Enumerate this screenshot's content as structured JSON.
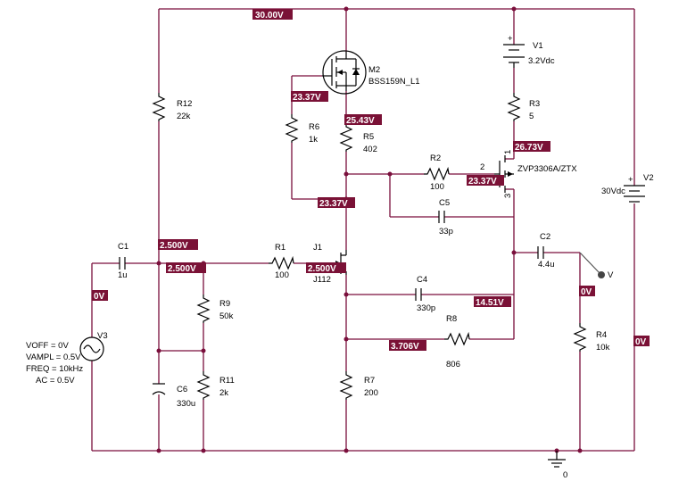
{
  "voltages": {
    "v_top": "30.00V",
    "v_m2_gate": "23.37V",
    "v_m2_source": "25.43V",
    "v_r5_bot": "23.37V",
    "v_q_gate": "23.37V",
    "v_q_source": "26.73V",
    "v_bias": "2.500V",
    "v_bias2": "2.500V",
    "v_j1_gate": "2.500V",
    "v_in": "0V",
    "v_drain": "14.51V",
    "v_source": "3.706V",
    "v_out": "0V",
    "v_v2": "0V"
  },
  "components": {
    "M2": {
      "ref": "M2",
      "value": "BSS159N_L1"
    },
    "V1": {
      "ref": "V1",
      "value": "3.2Vdc"
    },
    "R3": {
      "ref": "R3",
      "value": "5"
    },
    "R12": {
      "ref": "R12",
      "value": "22k"
    },
    "R6": {
      "ref": "R6",
      "value": "1k"
    },
    "R5": {
      "ref": "R5",
      "value": "402"
    },
    "R2": {
      "ref": "R2",
      "value": "100"
    },
    "Q1": {
      "pin2": "2",
      "pin1": "1",
      "pin3": "3",
      "value": "ZVP3306A/ZTX"
    },
    "C5": {
      "ref": "C5",
      "value": "33p"
    },
    "V2": {
      "ref": "V2",
      "value": "30Vdc"
    },
    "C1": {
      "ref": "C1",
      "value": "1u"
    },
    "R1": {
      "ref": "R1",
      "value": "100"
    },
    "J1": {
      "ref": "J1",
      "value": "J112"
    },
    "C2": {
      "ref": "C2",
      "value": "4.4u"
    },
    "R9": {
      "ref": "R9",
      "value": "50k"
    },
    "C4": {
      "ref": "C4",
      "value": "330p"
    },
    "R8": {
      "ref": "R8",
      "value": "806"
    },
    "R4": {
      "ref": "R4",
      "value": "10k"
    },
    "V3": {
      "ref": "V3",
      "voff": "VOFF = 0V",
      "vampl": "VAMPL = 0.5V",
      "freq": "FREQ = 10kHz",
      "ac": "AC = 0.5V"
    },
    "C6": {
      "ref": "C6",
      "value": "330u"
    },
    "R11": {
      "ref": "R11",
      "value": "2k"
    },
    "R7": {
      "ref": "R7",
      "value": "200"
    },
    "GND": {
      "label": "0"
    },
    "probe": {
      "label": "V"
    }
  },
  "colors": {
    "wire": "#7a0f3c",
    "voltage_marker": "#7a1136",
    "voltage_text": "#ffffff"
  }
}
